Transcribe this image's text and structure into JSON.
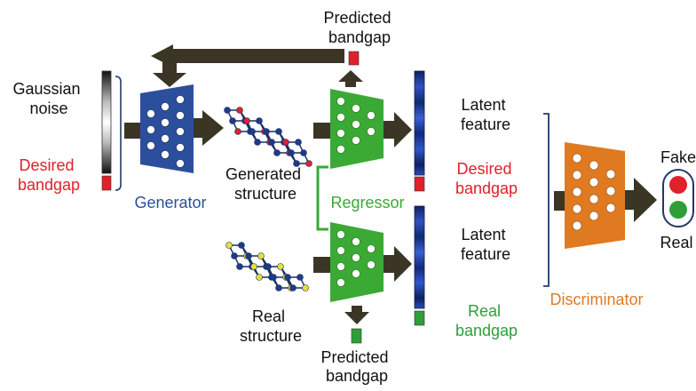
{
  "labels": {
    "gaussian_noise": [
      "Gaussian",
      "noise"
    ],
    "desired_bandgap_input": [
      "Desired",
      "bandgap"
    ],
    "generator": "Generator",
    "generated_structure": [
      "Generated",
      "structure"
    ],
    "regressor": "Regressor",
    "real_structure": [
      "Real",
      "structure"
    ],
    "predicted_bandgap_top": [
      "Predicted",
      "bandgap"
    ],
    "predicted_bandgap_bottom": [
      "Predicted",
      "bandgap"
    ],
    "latent_feature_top": [
      "Latent",
      "feature"
    ],
    "desired_bandgap_disc": [
      "Desired",
      "bandgap"
    ],
    "latent_feature_bottom": [
      "Latent",
      "feature"
    ],
    "real_bandgap": [
      "Real",
      "bandgap"
    ],
    "discriminator": "Discriminator",
    "fake": "Fake",
    "real": "Real"
  },
  "colors": {
    "arrow": "#3b3526",
    "generator": "#2b4f9c",
    "regressor": "#3aaa35",
    "discriminator": "#e07a20",
    "red": "#e0202b",
    "green": "#2e9e3a",
    "latent_bar": "#1f3a8a",
    "node": "#ffffff"
  }
}
